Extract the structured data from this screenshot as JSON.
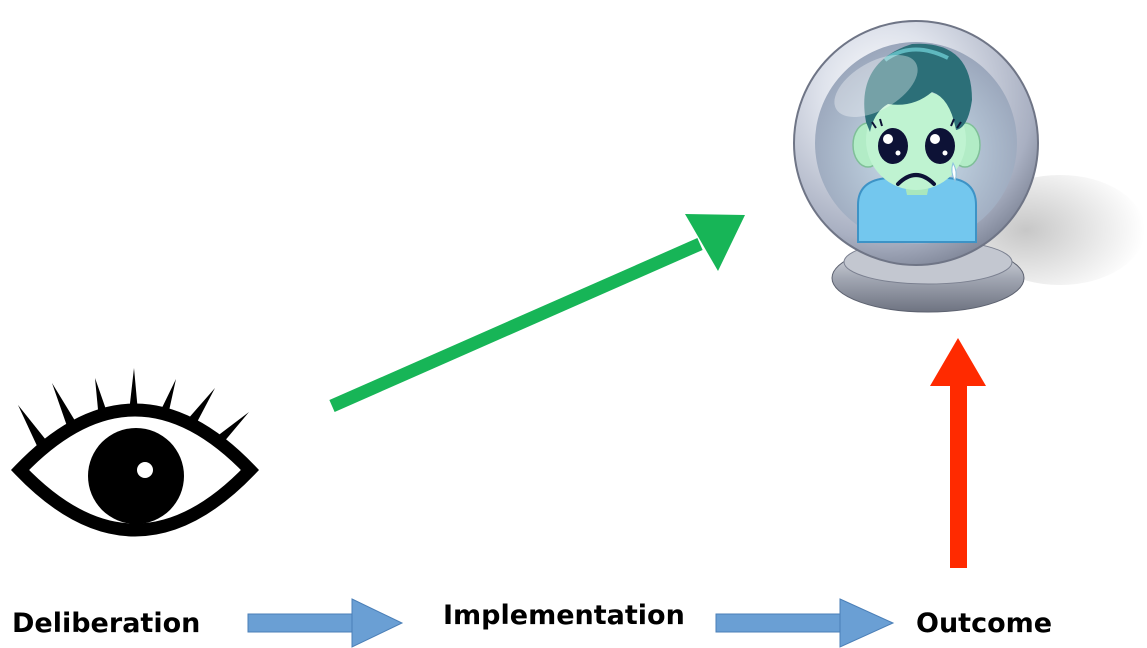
{
  "stages": [
    {
      "label": "Deliberation"
    },
    {
      "label": "Implementation"
    },
    {
      "label": "Outcome"
    }
  ],
  "icons": {
    "observer": "eye-icon",
    "prediction": "crystal-ball-icon",
    "face": "sad-crying-face-icon"
  },
  "arrows": {
    "flow_color": "#6a9fd4",
    "prediction_color": "#17b557",
    "outcome_color": "#ff2a00"
  }
}
